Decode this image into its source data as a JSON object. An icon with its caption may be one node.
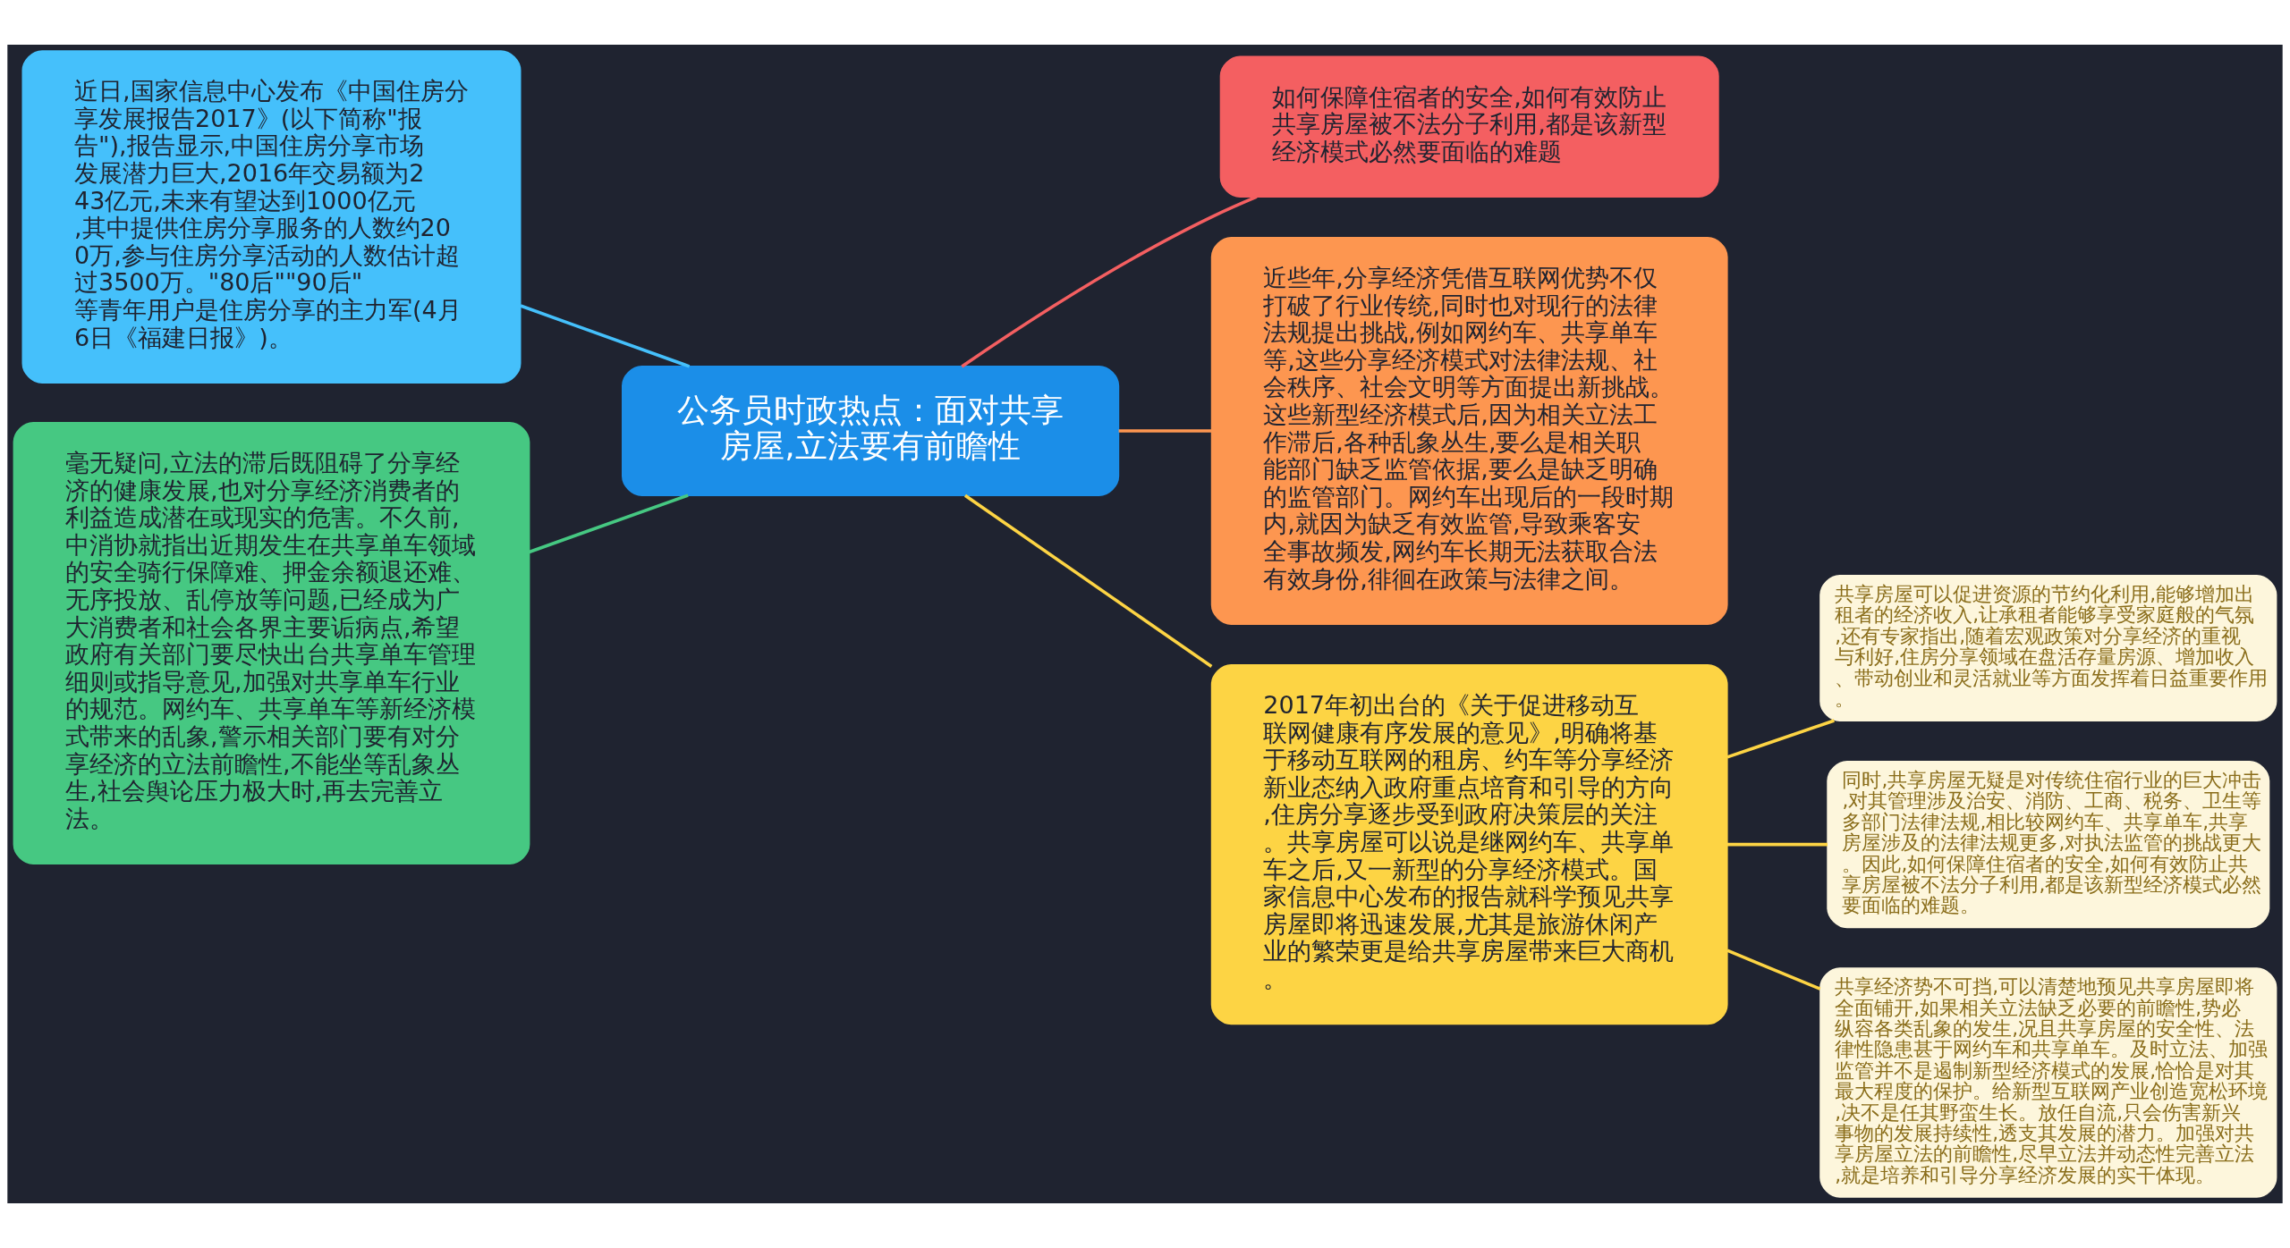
{
  "diagram": {
    "nodes": [
      {
        "text": [
          "公务员时政热点：面对共享房屋,立法要有前瞻性"
        ]
      },
      {
        "text": [
          "近日,国家信息中心发布《中国住房分享发展报告2017》(以下简称\"报告\"),报告显示,中国住房分享市场发展潜力巨大,2016年交易额为243亿元,未来有望达到1000亿元,其中提供住房分享服务的人数约200万,参与住房分享活动的人数估计超过3500万。\"80后\"\"90后\"等青年用户是住房分享的主力军(4月6日《福建日报》)。"
        ]
      },
      {
        "text": [
          "毫无疑问,立法的滞后既阻碍了分享经济的健康发展,也对分享经济消费者的利益造成潜在或现实的危害。不久前,中消协就指出近期发生在共享单车领域的安全骑行保障难、押金余额退还难、无序投放、乱停放等问题,已经成为广大消费者和社会各界主要诟病点,希望政府有关部门要尽快出台共享单车管理细则或指导意见,加强对共享单车行业的规范。网约车、共享单车等新经济模式带来的乱象,警示相关部门要有对分享经济的立法前瞻性,不能坐等乱象丛生,社会舆论压力极大时,再去完善立法。"
        ]
      },
      {
        "text": [
          "如何保障住宿者的安全,如何有效防止共享房屋被不法分子利用,都是该新型经济模式必然要面临的难题"
        ]
      },
      {
        "text": [
          "近些年,分享经济凭借互联网优势不仅打破了行业传统,同时也对现行的法律法规提出挑战,例如网约车、共享单车等,这些分享经济模式对法律法规、社会秩序、社会文明等方面提出新挑战。这些新型经济模式后,因为相关立法工作滞后,各种乱象丛生,要么是相关职能部门缺乏监管依据,要么是缺乏明确的监管部门。网约车出现后的一段时期内,就因为缺乏有效监管,导致乘客安全事故频发,网约车长期无法获取合法有效身份,徘徊在政策与法律之间。"
        ]
      },
      {
        "text": [
          "2017年初出台的《关于促进移动互联网健康有序发展的意见》,明确将基于移动互联网的租房、约车等分享经济新业态纳入政府重点培育和引导的方向,住房分享逐步受到政府决策层的关注。共享房屋可以说是继网约车、共享单车之后,又一新型的分享经济模式。国家信息中心发布的报告就科学预见共享房屋即将迅速发展,尤其是旅游休闲产业的繁荣更是给共享房屋带来巨大商机。"
        ]
      },
      {
        "text": [
          "共享房屋可以促进资源的节约化利用,能够增加出租者的经济收入,让承租者能够享受家庭般的气氛,还有专家指出,随着宏观政策对分享经济的重视与利好,住房分享领域在盘活存量房源、增加收入、带动创业和灵活就业等方面发挥着日益重要作用。"
        ]
      },
      {
        "text": [
          "同时,共享房屋无疑是对传统住宿行业的巨大冲击,对其管理涉及治安、消防、工商、税务、卫生等多部门法律法规,相比较网约车、共享单车,共享房屋涉及的法律法规更多,对执法监管的挑战更大。因此,如何保障住宿者的安全,如何有效防止共享房屋被不法分子利用,都是该新型经济模式必然要面临的难题。"
        ]
      },
      {
        "text": [
          "共享经济势不可挡,可以清楚地预见共享房屋即将全面铺开,如果相关立法缺乏必要的前瞻性,势必纵容各类乱象的发生,况且共享房屋的安全性、法律性隐患甚于网约车和共享单车。及时立法、加强监管并不是遏制新型经济模式的发展,恰恰是对其最大程度的保护。给新型互联网产业创造宽松环境,决不是任其野蛮生长。放任自流,只会伤害新兴事物的发展持续性,透支其发展的潜力。加强对共享房屋立法的前瞻性,尽早立法并动态性完善立法,就是培养和引导分享经济发展的实干体现。"
        ]
      }
    ],
    "edges": [
      {
        "from": 0,
        "to": 1,
        "arrow": "none",
        "color": "#45c0fb"
      },
      {
        "from": 0,
        "to": 2,
        "arrow": "none",
        "color": "#46c882"
      },
      {
        "from": 0,
        "to": 3,
        "arrow": "none",
        "color": "#f45f61"
      },
      {
        "from": 0,
        "to": 4,
        "arrow": "none",
        "color": "#fd9650"
      },
      {
        "from": 0,
        "to": 5,
        "arrow": "none",
        "color": "#fdd444"
      },
      {
        "from": 5,
        "to": 6,
        "arrow": "none",
        "color": "#fdd444"
      },
      {
        "from": 5,
        "to": 7,
        "arrow": "none",
        "color": "#fdd444"
      },
      {
        "from": 5,
        "to": 8,
        "arrow": "none",
        "color": "#fdd444"
      }
    ]
  }
}
